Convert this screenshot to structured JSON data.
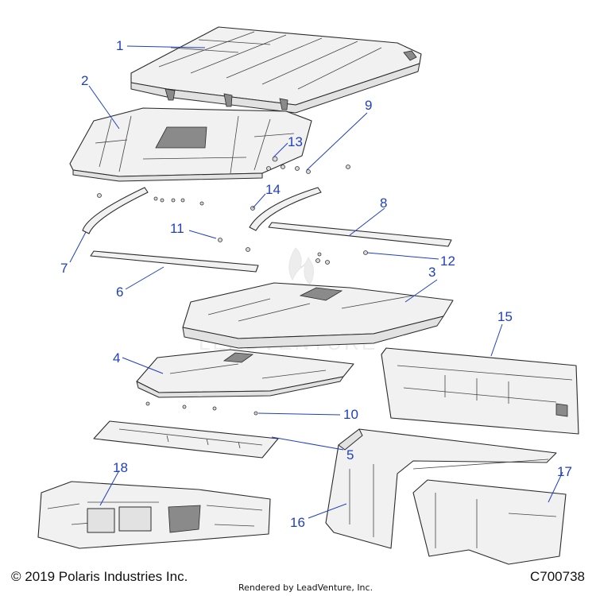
{
  "watermark": "LEADVENTURE",
  "footer": {
    "copyright": "© 2019 Polaris Industries Inc.",
    "rendered_by": "Rendered by LeadVenture, Inc.",
    "diagram_code": "C700738"
  },
  "callouts": {
    "c1": "1",
    "c2": "2",
    "c3": "3",
    "c4": "4",
    "c5": "5",
    "c6": "6",
    "c7": "7",
    "c8": "8",
    "c9": "9",
    "c10": "10",
    "c11": "11",
    "c12": "12",
    "c13": "13",
    "c14": "14",
    "c15": "15",
    "c16": "16",
    "c17": "17",
    "c18": "18"
  },
  "colors": {
    "callout": "#1f3fbf",
    "line_art": "#2a2a2a"
  }
}
